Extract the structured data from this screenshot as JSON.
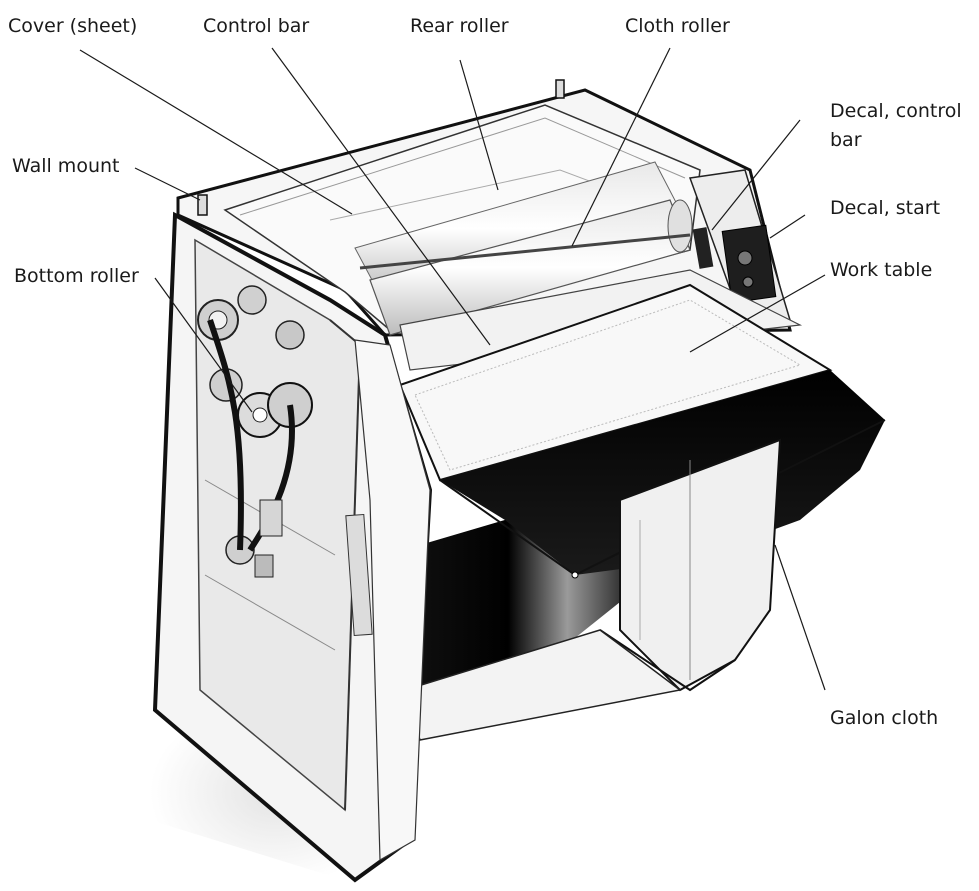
{
  "labels": {
    "cover_sheet": "Cover (sheet)",
    "control_bar": "Control bar",
    "rear_roller": "Rear roller",
    "cloth_roller": "Cloth roller",
    "decal_control_bar_line1": "Decal, control",
    "decal_control_bar_line2": "bar",
    "wall_mount": "Wall mount",
    "decal_start": "Decal, start",
    "bottom_roller": "Bottom roller",
    "work_table": "Work table",
    "galon_cloth": "Galon cloth"
  },
  "colors": {
    "outline": "#111111",
    "panel": "#f4f4f4",
    "mid_gray": "#bdbdbd",
    "dark": "#0b0b0b"
  }
}
